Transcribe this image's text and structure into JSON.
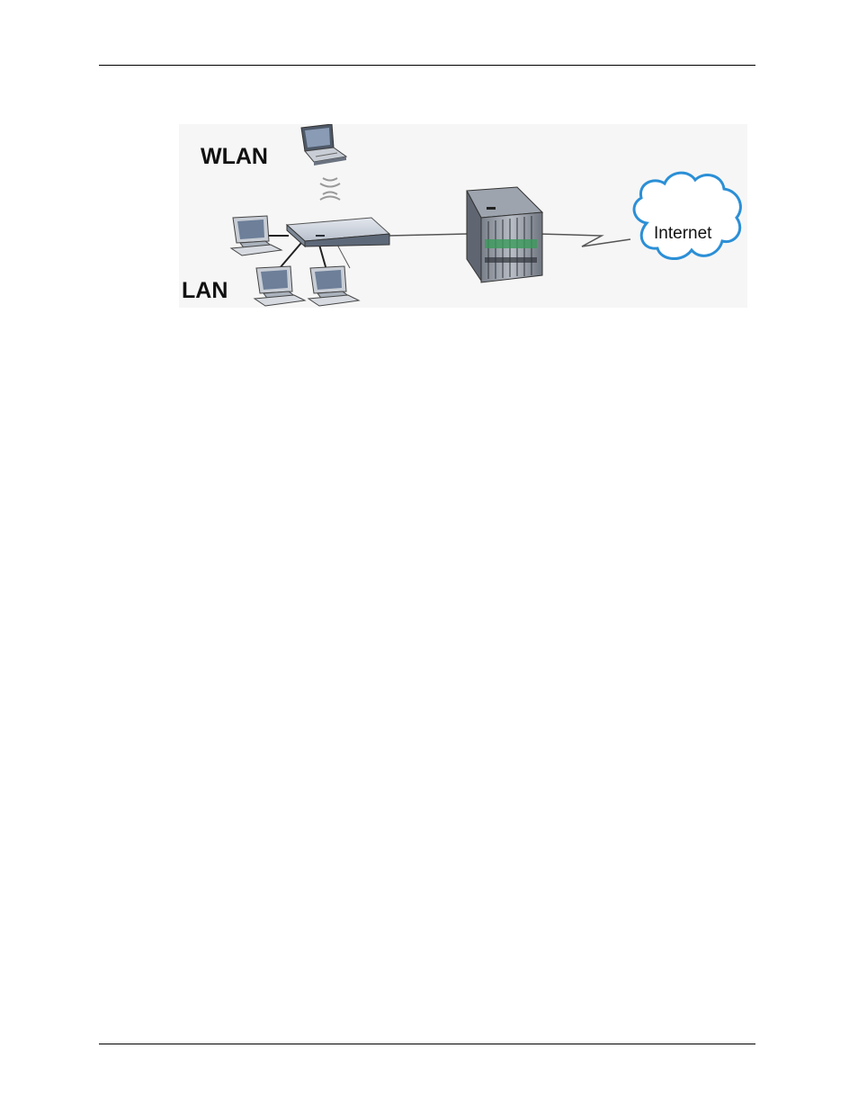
{
  "diagram": {
    "labels": {
      "wlan": "WLAN",
      "lan": "LAN",
      "internet": "Internet"
    },
    "nodes": [
      {
        "id": "laptop",
        "type": "laptop-icon"
      },
      {
        "id": "router",
        "type": "router-icon"
      },
      {
        "id": "pc-left",
        "type": "desktop-computer-icon"
      },
      {
        "id": "pc-mid",
        "type": "desktop-computer-icon"
      },
      {
        "id": "pc-right",
        "type": "desktop-computer-icon"
      },
      {
        "id": "isp-rack",
        "type": "server-rack-icon"
      },
      {
        "id": "internet-cloud",
        "type": "cloud-icon"
      }
    ],
    "colors": {
      "background": "#f6f6f6",
      "device-fill": "#c9ced6",
      "device-dark": "#5c6470",
      "screen": "#6d7f99",
      "cloud-stroke": "#2b8fd6",
      "accent-green": "#3a9a5a"
    }
  }
}
